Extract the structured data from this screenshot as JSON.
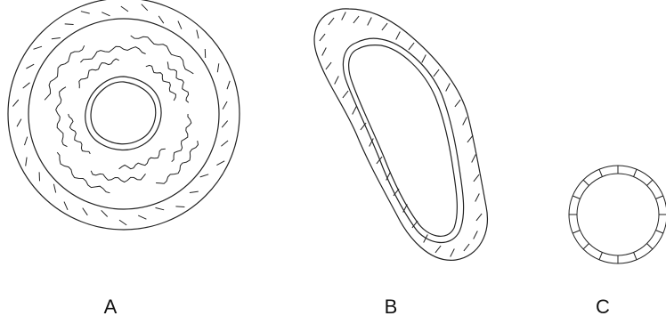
{
  "figure": {
    "labels": {
      "a": "A",
      "b": "B",
      "c": "C"
    },
    "colors": {
      "stroke": "#222222",
      "background": "#ffffff"
    }
  }
}
